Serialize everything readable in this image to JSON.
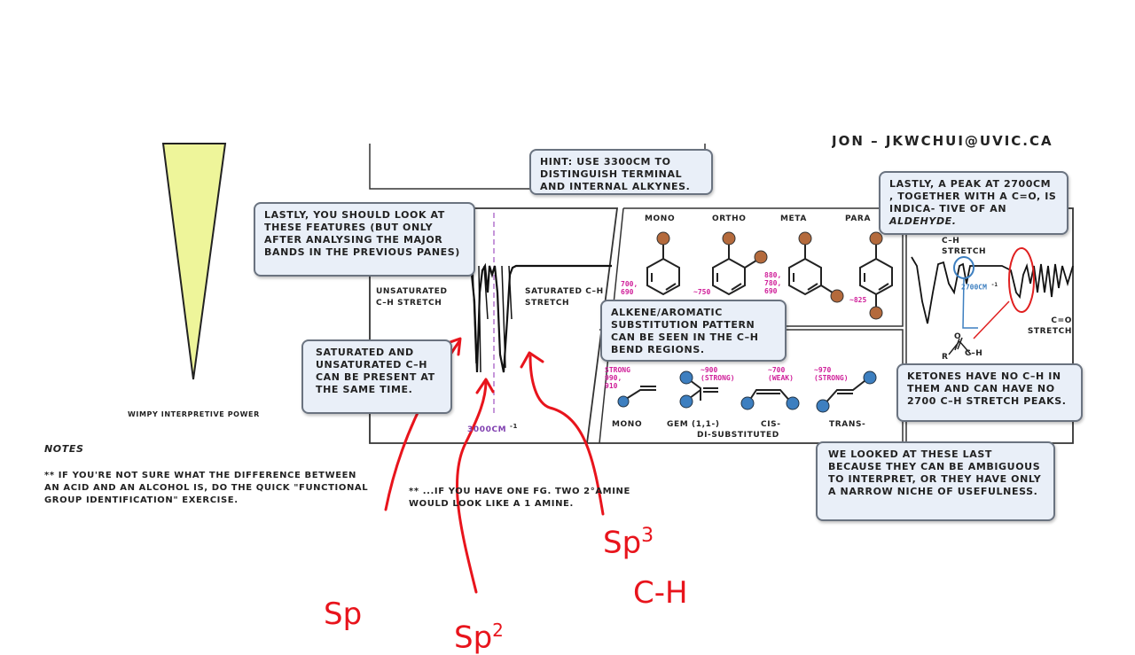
{
  "header": {
    "email_fragment": "JON – JKWCHUI@UVIC.CA"
  },
  "left": {
    "wimpy_caption": "WIMPY INTERPRETIVE POWER"
  },
  "notes": {
    "title": "NOTES",
    "body": "** IF YOU'RE NOT SURE WHAT THE DIFFERENCE BETWEEN AN ACID AND AN ALCOHOL IS, DO THE QUICK \"FUNCTIONAL GROUP IDENTIFICATION\" EXERCISE.",
    "amine_note_line1": "** ...IF YOU HAVE ONE FG. TWO 2°AMINE",
    "amine_note_line2": "WOULD LOOK LIKE A 1 AMINE."
  },
  "bubbles": {
    "hint": "HINT: USE 3300CM TO DISTINGUISH TERMINAL AND INTERNAL ALKYNES.",
    "lastly_features": "LASTLY, YOU SHOULD LOOK AT THESE FEATURES (BUT ONLY AFTER ANALYSING THE MAJOR BANDS IN THE PREVIOUS PANES)",
    "saturated": "SATURATED AND UNSATURATED C–H CAN BE PRESENT AT THE SAME TIME.",
    "aldehyde_prefix": "LASTLY, A PEAK AT 2700CM , TOGETHER WITH A C=O, IS INDICA- TIVE OF AN",
    "aldehyde_word": "ALDEHYDE.",
    "substitution": "ALKENE/AROMATIC SUBSTITUTION PATTERN CAN BE SEEN IN THE C–H BEND REGIONS.",
    "ketones": "KETONES HAVE NO C–H IN THEM AND CAN HAVE NO 2700 C–H STRETCH PEAKS.",
    "looked_last": "WE LOOKED AT THESE LAST BECAUSE THEY CAN BE AMBIGUOUS TO INTERPRET, OR THEY HAVE ONLY A NARROW NICHE OF USEFULNESS."
  },
  "spectrum": {
    "unsaturated_label": "UNSATURATED C–H STRETCH",
    "saturated_label": "SATURATED C–H STRETCH",
    "wavenumber": "3000CM",
    "superscript": "-1"
  },
  "aromatic": {
    "headers": [
      "MONO",
      "ORTHO",
      "META",
      "PARA"
    ],
    "mono_values": "700, 690",
    "ortho_value": "~750",
    "meta_values": "880, 780, 690",
    "para_value": "~825"
  },
  "alkene": {
    "strong_label": "STRONG 990, 910",
    "gem_value": "~900 (STRONG)",
    "cis_value": "~700 (WEAK)",
    "trans_value": "~970 (STRONG)",
    "labels": [
      "MONO",
      "GEM (1,1-)",
      "CIS-",
      "TRANS-"
    ],
    "di_substituted": "DI-SUBSTITUTED"
  },
  "aldehyde_panel": {
    "ch_stretch": "C–H STRETCH",
    "peak_2700": "2700CM",
    "superscript": "-1",
    "co_stretch": "C=O STRETCH",
    "r_label": "R",
    "o_label": "O",
    "ch_label": "C–H"
  },
  "handwriting": {
    "sp": "Sp",
    "sp2": "Sp",
    "sp2_sup": "2",
    "sp3": "Sp",
    "sp3_sup": "3",
    "ch": "C-H"
  },
  "colors": {
    "bubble_fill": "#e9eff8",
    "annotation_red": "#e8141c",
    "label_magenta": "#d0209a",
    "cone_yellow": "#eef59a",
    "atom_brown": "#b46a3c",
    "atom_blue": "#3d7fc0"
  }
}
